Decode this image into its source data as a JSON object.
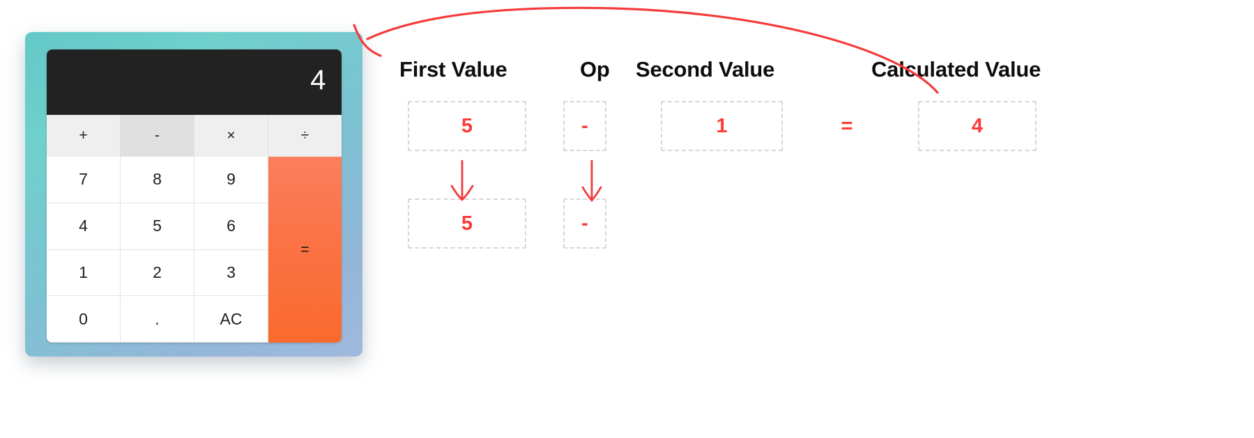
{
  "calculator": {
    "display_value": "4",
    "operators": [
      {
        "label": "+",
        "name": "plus",
        "active": false
      },
      {
        "label": "-",
        "name": "minus",
        "active": true
      },
      {
        "label": "×",
        "name": "multiply",
        "active": false
      },
      {
        "label": "÷",
        "name": "divide",
        "active": false
      }
    ],
    "keys": [
      "7",
      "8",
      "9",
      "4",
      "5",
      "6",
      "1",
      "2",
      "3",
      "0",
      ".",
      "AC"
    ],
    "equals_label": "=",
    "colors": {
      "shell_teal": "#64c8c8",
      "shell_blue": "#9fb9dd",
      "display_bg": "#222222",
      "equals_orange": "#f96a2c",
      "key_bg": "#ffffff",
      "op_bg": "#efefef",
      "op_active_bg": "#e0e0e0"
    }
  },
  "panel": {
    "headers": {
      "first_value": "First Value",
      "op": "Op",
      "second_value": "Second Value",
      "calculated_value": "Calculated Value"
    },
    "row_one": {
      "first_value": "5",
      "op": "-",
      "second_value": "1",
      "equals": "=",
      "calculated_value": "4"
    },
    "row_two": {
      "first_value": "5",
      "op": "-"
    },
    "accent_color": "#fb3b38",
    "box_border_color": "#d6d6d6"
  },
  "annotations": {
    "curved_arrow": "curved-arrow-from-calculated-value-to-calculator",
    "down_arrow_first": "down-arrow-first-value",
    "down_arrow_op": "down-arrow-op",
    "color": "#f43a3a"
  }
}
